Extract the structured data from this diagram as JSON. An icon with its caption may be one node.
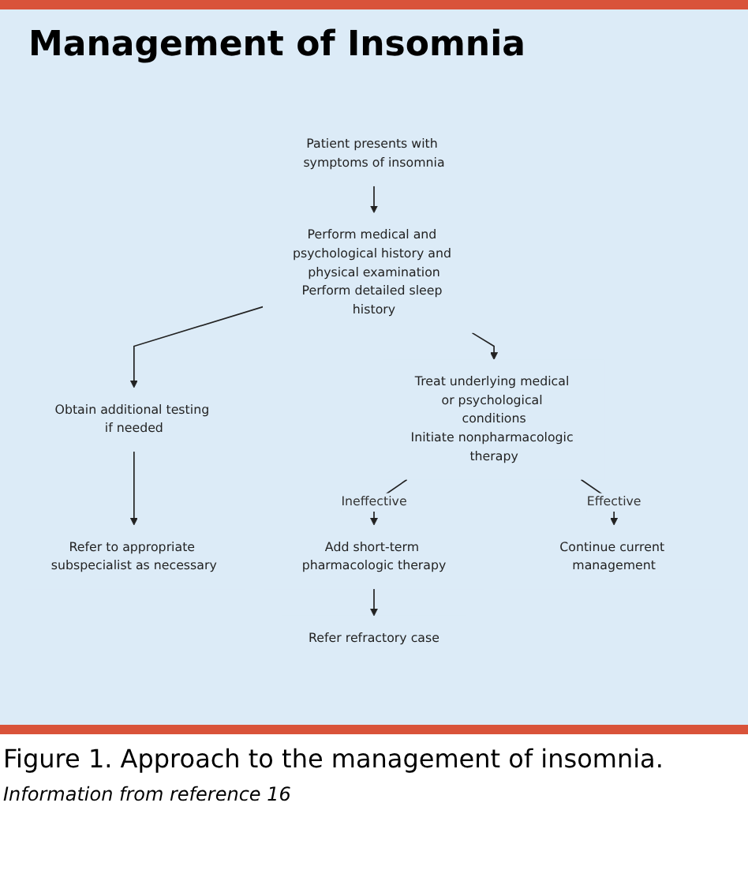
{
  "diagram": {
    "title": "Management of Insomnia",
    "caption": "Figure 1. Approach to the management of insomnia.",
    "nodes": [
      {
        "text": [
          "Patient presents with symptoms of insomnia"
        ]
      },
      {
        "text": [
          "Perform medical and psychological history and physical examination",
          "Perform detailed sleep history"
        ]
      },
      {
        "text": [
          "Obtain additional testing if needed"
        ]
      },
      {
        "text": [
          "Treat underlying medical or psychological conditions",
          "Initiate nonpharmacologic therapy"
        ]
      },
      {
        "text": [
          "Refer to appropriate subspecialist as necessary"
        ]
      },
      {
        "text": [
          "Add short-term pharmacologic therapy"
        ]
      },
      {
        "text": [
          "Continue current management"
        ]
      },
      {
        "text": [
          "Refer refractory case"
        ]
      }
    ],
    "edges": [
      {
        "from": 0,
        "to": 1,
        "arrow": "to"
      },
      {
        "from": 1,
        "to": 2,
        "arrow": "to"
      },
      {
        "from": 1,
        "to": 3,
        "arrow": "to"
      },
      {
        "from": 2,
        "to": 4,
        "arrow": "to"
      },
      {
        "from": 3,
        "to": 5,
        "arrow": "to",
        "label": "Ineffective"
      },
      {
        "from": 3,
        "to": 6,
        "arrow": "to",
        "label": "Effective"
      },
      {
        "from": 5,
        "to": 7,
        "arrow": "to"
      }
    ],
    "labels": [
      "Information from reference 16"
    ]
  }
}
